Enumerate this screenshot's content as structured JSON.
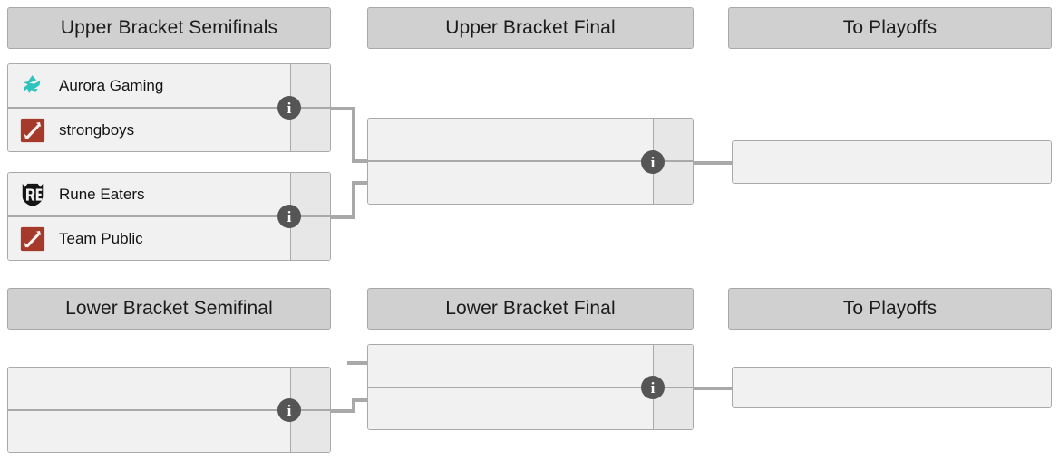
{
  "bracket": {
    "upper": {
      "rounds": [
        {
          "label": "Upper Bracket Semifinals"
        },
        {
          "label": "Upper Bracket Final"
        },
        {
          "label": "To Playoffs"
        }
      ],
      "matches": [
        {
          "id": "ub-sf-1",
          "info_label": "i",
          "opponents": [
            {
              "name": "Aurora Gaming",
              "logo": "aurora-gaming-logo",
              "score": ""
            },
            {
              "name": "strongboys",
              "logo": "dota2-default-logo",
              "score": ""
            }
          ]
        },
        {
          "id": "ub-sf-2",
          "info_label": "i",
          "opponents": [
            {
              "name": "Rune Eaters",
              "logo": "rune-eaters-logo",
              "score": ""
            },
            {
              "name": "Team Public",
              "logo": "dota2-default-logo",
              "score": ""
            }
          ]
        },
        {
          "id": "ub-final",
          "info_label": "i",
          "opponents": [
            {
              "name": "",
              "logo": "",
              "score": ""
            },
            {
              "name": "",
              "logo": "",
              "score": ""
            }
          ]
        },
        {
          "id": "ub-playoffs",
          "info_label": "",
          "opponents": [
            {
              "name": "",
              "logo": "",
              "score": ""
            }
          ]
        }
      ]
    },
    "lower": {
      "rounds": [
        {
          "label": "Lower Bracket Semifinal"
        },
        {
          "label": "Lower Bracket Final"
        },
        {
          "label": "To Playoffs"
        }
      ],
      "matches": [
        {
          "id": "lb-sf",
          "info_label": "i",
          "opponents": [
            {
              "name": "",
              "logo": "",
              "score": ""
            },
            {
              "name": "",
              "logo": "",
              "score": ""
            }
          ]
        },
        {
          "id": "lb-final",
          "info_label": "i",
          "opponents": [
            {
              "name": "",
              "logo": "",
              "score": ""
            },
            {
              "name": "",
              "logo": "",
              "score": ""
            }
          ]
        },
        {
          "id": "lb-playoffs",
          "info_label": "",
          "opponents": [
            {
              "name": "",
              "logo": "",
              "score": ""
            }
          ]
        }
      ]
    }
  },
  "colors": {
    "header_bg": "#d0d0d0",
    "match_bg": "#f1f1f1",
    "score_bg": "#e7e7e7",
    "line": "#a9a9a9",
    "info_bubble": "#555555",
    "aurora_teal": "#2ec4bd",
    "dota_red": "#a53a2a",
    "rune_black": "#141414"
  }
}
